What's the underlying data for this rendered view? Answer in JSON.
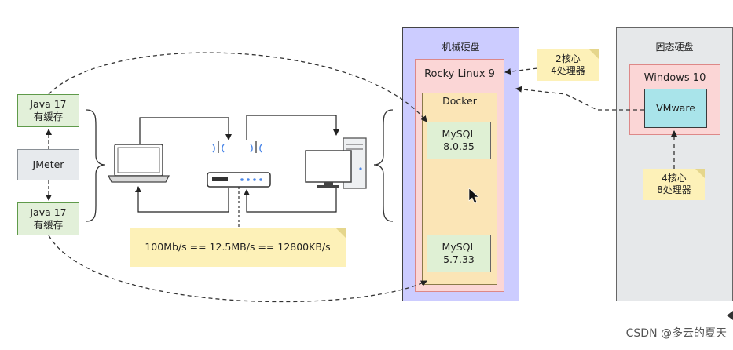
{
  "clients": {
    "java_top": "Java 17\n有缓存",
    "jmeter": "JMeter",
    "java_bottom": "Java 17\n有缓存"
  },
  "network_note": "100Mb/s == 12.5MB/s == 12800KB/s",
  "hdd_host": {
    "title": "机械硬盘",
    "os": "Rocky Linux 9",
    "container": "Docker",
    "db1": "MySQL\n8.0.35",
    "db2": "MySQL\n5.7.33",
    "cpu_note": "2核心\n4处理器"
  },
  "ssd_host": {
    "title": "固态硬盘",
    "os": "Windows 10",
    "vm": "VMware",
    "cpu_note": "4核心\n8处理器"
  },
  "watermark": "CSDN @多云的夏天"
}
